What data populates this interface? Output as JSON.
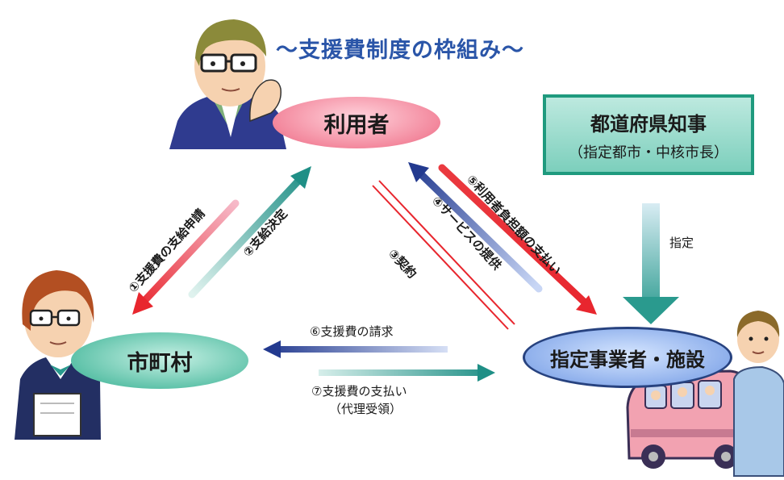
{
  "title": "〜支援費制度の枠組み〜",
  "nodes": {
    "user": "利用者",
    "city": "市町村",
    "provider": "指定事業者・施設",
    "governor": "都道府県知事",
    "governor_sub": "（指定都市・中核市長）"
  },
  "edges": {
    "application": "①支援費の支給申請",
    "decision": "②支給決定",
    "contract": "③契約",
    "service": "④サービスの提供",
    "payment_user": "⑤利用者負担額の支払い",
    "claim": "⑥支援費の請求",
    "payment": "⑦支援費の支払い",
    "payment_note": "（代理受領）",
    "designation": "指定"
  },
  "colors": {
    "red": "#e8262e",
    "teal": "#2a9a8e",
    "navy": "#233a8f",
    "blue": "#2a55a8"
  },
  "icons": [
    "man-with-glasses",
    "woman-clerk",
    "staff-person",
    "minibus"
  ]
}
